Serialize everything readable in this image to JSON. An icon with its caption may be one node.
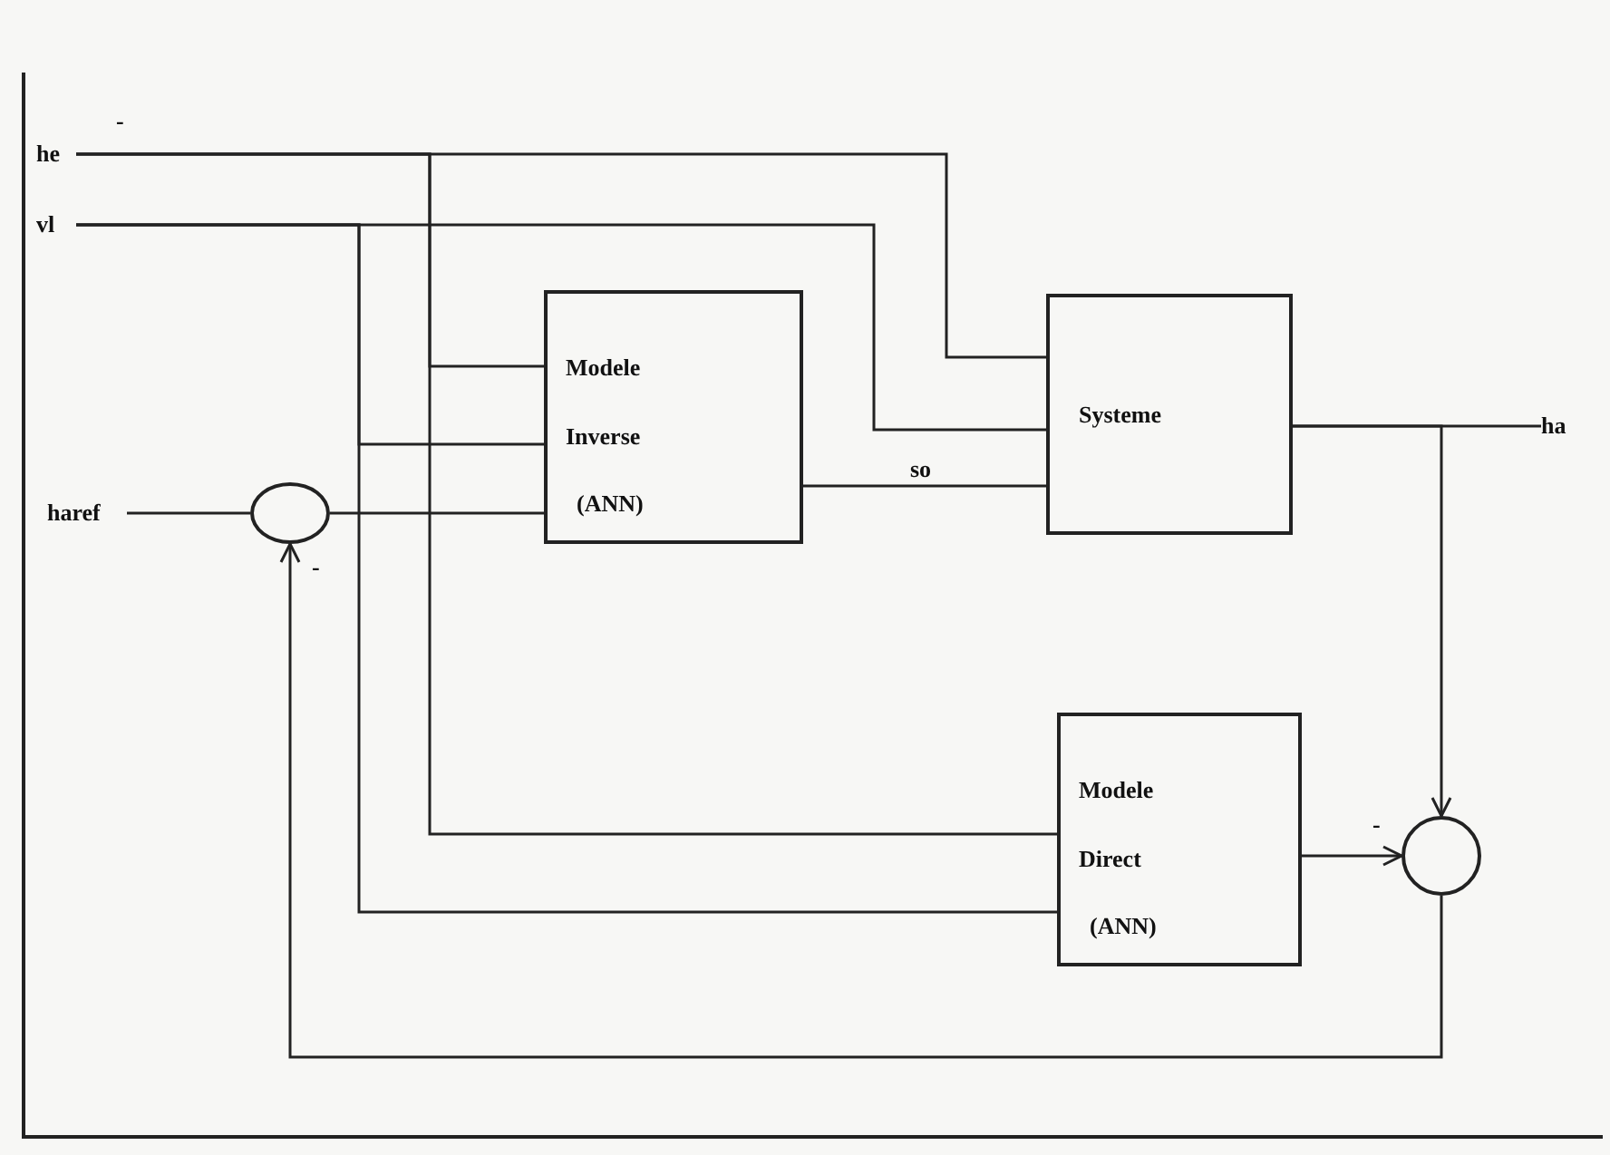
{
  "diagram": {
    "nodes": [
      {
        "text": [
          "he"
        ]
      },
      {
        "text": [
          "vl"
        ]
      },
      {
        "text": [
          "haref"
        ]
      },
      {
        "text": [],
        "shape": "circle"
      },
      {
        "text": [
          "Modele Inverse",
          "(ANN)"
        ]
      },
      {
        "text": [
          "Systeme"
        ]
      },
      {
        "text": [
          "ha"
        ]
      },
      {
        "text": [
          "Modele Direct",
          "(ANN)"
        ]
      },
      {
        "text": [],
        "shape": "circle"
      }
    ],
    "edges": [
      {
        "from": 0,
        "to": 5,
        "arrow": "none"
      },
      {
        "from": 0,
        "to": 4,
        "arrow": "none"
      },
      {
        "from": 0,
        "to": 7,
        "arrow": "none"
      },
      {
        "from": 1,
        "to": 5,
        "arrow": "none"
      },
      {
        "from": 1,
        "to": 4,
        "arrow": "none"
      },
      {
        "from": 1,
        "to": 7,
        "arrow": "none"
      },
      {
        "from": 2,
        "to": 3,
        "arrow": "none"
      },
      {
        "from": 3,
        "to": 4,
        "arrow": "none"
      },
      {
        "from": 4,
        "to": 5,
        "arrow": "none",
        "label": "so"
      },
      {
        "from": 5,
        "to": 6,
        "arrow": "none"
      },
      {
        "from": 5,
        "to": 8,
        "arrow": "to"
      },
      {
        "from": 7,
        "to": 8,
        "arrow": "to"
      },
      {
        "from": 8,
        "to": 3,
        "arrow": "to"
      }
    ],
    "labels": [
      "-",
      "-",
      "-"
    ]
  }
}
